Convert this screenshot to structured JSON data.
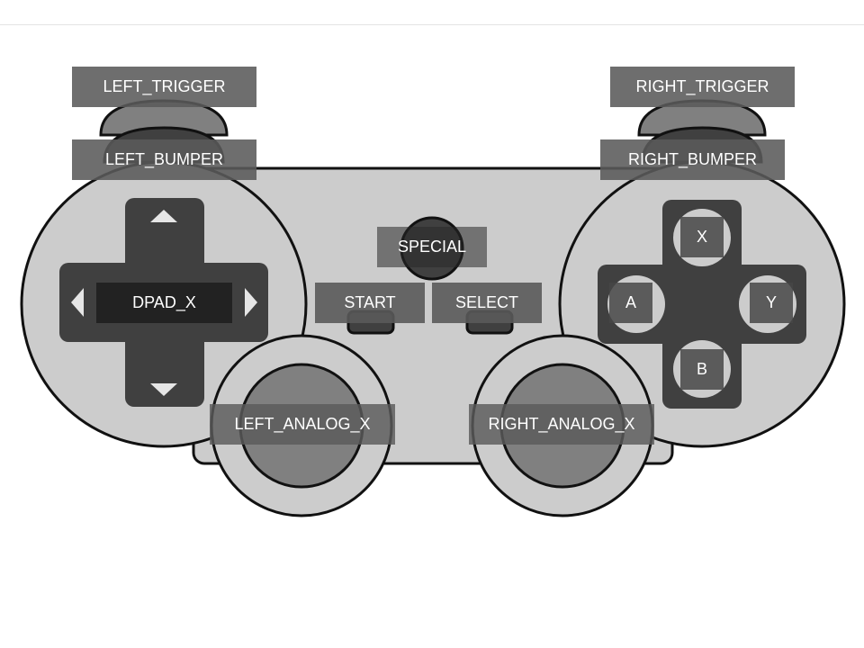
{
  "labels": {
    "left_trigger": "LEFT_TRIGGER",
    "right_trigger": "RIGHT_TRIGGER",
    "left_bumper": "LEFT_BUMPER",
    "right_bumper": "RIGHT_BUMPER",
    "special": "SPECIAL",
    "start": "START",
    "select": "SELECT",
    "dpad": "DPAD_X",
    "button_x": "X",
    "button_a": "A",
    "button_y": "Y",
    "button_b": "B",
    "left_analog": "LEFT_ANALOG_X",
    "right_analog": "RIGHT_ANALOG_X"
  },
  "icons": {
    "dpad_up": "triangle-up-icon",
    "dpad_down": "triangle-down-icon",
    "dpad_left": "triangle-left-icon",
    "dpad_right": "triangle-right-icon"
  },
  "colors": {
    "body": "#cccccc",
    "dark": "#404040",
    "mid": "#808080",
    "outline": "#111111"
  }
}
